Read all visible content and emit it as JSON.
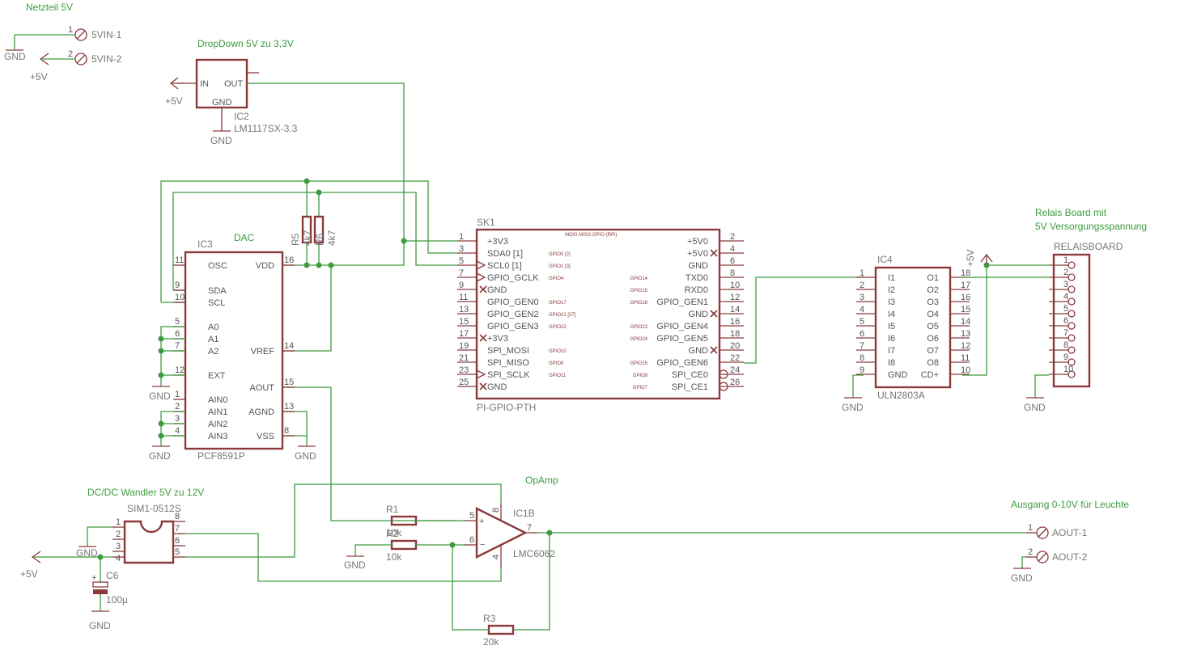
{
  "title_power": "Netzteil 5V",
  "title_dropdown": "DropDown 5V zu 3,3V",
  "title_dac": "DAC",
  "title_relais_1": "Relais Board mit",
  "title_relais_2": "5V Versorgungsspannung",
  "title_dcdc": "DC/DC Wandler 5V zu 12V",
  "title_opamp": "OpAmp",
  "title_output": "Ausgang 0-10V für Leuchte",
  "supply": {
    "gnd": "GND",
    "plus5": "+5V"
  },
  "power_connector": {
    "pins": [
      "1",
      "2"
    ],
    "labels": [
      "5VIN-1",
      "5VIN-2"
    ]
  },
  "ic2": {
    "name": "IC2",
    "value": "LM1117SX-3.3",
    "pin_in": "IN",
    "pin_out": "OUT",
    "pin_gnd": "GND"
  },
  "ic3": {
    "name": "IC3",
    "value": "PCF8591P",
    "left_pins": [
      {
        "num": "11",
        "label": "OSC"
      },
      {
        "num": "9",
        "label": "SDA"
      },
      {
        "num": "10",
        "label": "SCL"
      },
      {
        "num": "5",
        "label": "A0"
      },
      {
        "num": "6",
        "label": "A1"
      },
      {
        "num": "7",
        "label": "A2"
      },
      {
        "num": "12",
        "label": "EXT"
      },
      {
        "num": "1",
        "label": "AIN0"
      },
      {
        "num": "2",
        "label": "AIN1"
      },
      {
        "num": "3",
        "label": "AIN2"
      },
      {
        "num": "4",
        "label": "AIN3"
      }
    ],
    "right_pins": [
      {
        "num": "16",
        "label": "VDD"
      },
      {
        "num": "14",
        "label": "VREF"
      },
      {
        "num": "15",
        "label": "AOUT"
      },
      {
        "num": "13",
        "label": "AGND"
      },
      {
        "num": "8",
        "label": "VSS"
      }
    ]
  },
  "r5": {
    "name": "R5",
    "value": "4k7"
  },
  "r6": {
    "name": "R6",
    "value": "4k7"
  },
  "sk1": {
    "name": "SK1",
    "value": "PI-GPIO-PTH",
    "header": "MOSI MISO GPIO (RPi)",
    "left_pins": [
      {
        "num": "1",
        "label": "+3V3",
        "gpio": ""
      },
      {
        "num": "3",
        "label": "SDA0 [1]",
        "gpio": "GPIO0 [2]"
      },
      {
        "num": "5",
        "label": "SCL0 [1]",
        "gpio": "GPIO1 [3]"
      },
      {
        "num": "7",
        "label": "GPIO_GCLK",
        "gpio": "GPIO4"
      },
      {
        "num": "9",
        "label": "GND",
        "gpio": ""
      },
      {
        "num": "11",
        "label": "GPIO_GEN0",
        "gpio": "GPIO17"
      },
      {
        "num": "13",
        "label": "GPIO_GEN2",
        "gpio": "GPIO21 [27]"
      },
      {
        "num": "15",
        "label": "GPIO_GEN3",
        "gpio": "GPIO22"
      },
      {
        "num": "17",
        "label": "+3V3",
        "gpio": ""
      },
      {
        "num": "19",
        "label": "SPI_MOSI",
        "gpio": "GPIO10"
      },
      {
        "num": "21",
        "label": "SPI_MISO",
        "gpio": "GPIO9"
      },
      {
        "num": "23",
        "label": "SPI_SCLK",
        "gpio": "GPIO11"
      },
      {
        "num": "25",
        "label": "GND",
        "gpio": ""
      }
    ],
    "right_pins": [
      {
        "num": "2",
        "label": "+5V0",
        "gpio": ""
      },
      {
        "num": "4",
        "label": "+5V0",
        "gpio": ""
      },
      {
        "num": "6",
        "label": "GND",
        "gpio": ""
      },
      {
        "num": "8",
        "label": "TXD0",
        "gpio": "GPIO14"
      },
      {
        "num": "10",
        "label": "RXD0",
        "gpio": "GPIO15"
      },
      {
        "num": "12",
        "label": "GPIO_GEN1",
        "gpio": "GPIO18"
      },
      {
        "num": "14",
        "label": "GND",
        "gpio": ""
      },
      {
        "num": "16",
        "label": "GPIO_GEN4",
        "gpio": "GPIO23"
      },
      {
        "num": "18",
        "label": "GPIO_GEN5",
        "gpio": "GPIO24"
      },
      {
        "num": "20",
        "label": "GND",
        "gpio": ""
      },
      {
        "num": "22",
        "label": "GPIO_GEN6",
        "gpio": "GPIO25"
      },
      {
        "num": "24",
        "label": "SPI_CE0",
        "gpio": "GPIO8"
      },
      {
        "num": "26",
        "label": "SPI_CE1",
        "gpio": "GPIO7"
      }
    ]
  },
  "ic4": {
    "name": "IC4",
    "value": "ULN2803A",
    "left_pins": [
      {
        "num": "1",
        "label": "I1"
      },
      {
        "num": "2",
        "label": "I2"
      },
      {
        "num": "3",
        "label": "I3"
      },
      {
        "num": "4",
        "label": "I4"
      },
      {
        "num": "5",
        "label": "I5"
      },
      {
        "num": "6",
        "label": "I6"
      },
      {
        "num": "7",
        "label": "I7"
      },
      {
        "num": "8",
        "label": "I8"
      },
      {
        "num": "9",
        "label": "GND"
      }
    ],
    "right_pins": [
      {
        "num": "18",
        "label": "O1"
      },
      {
        "num": "17",
        "label": "O2"
      },
      {
        "num": "16",
        "label": "O3"
      },
      {
        "num": "15",
        "label": "O4"
      },
      {
        "num": "14",
        "label": "O5"
      },
      {
        "num": "13",
        "label": "O6"
      },
      {
        "num": "12",
        "label": "O7"
      },
      {
        "num": "11",
        "label": "O8"
      },
      {
        "num": "10",
        "label": "CD+"
      }
    ]
  },
  "relaisboard": {
    "name": "RELAISBOARD",
    "pins": [
      "1",
      "2",
      "3",
      "4",
      "5",
      "6",
      "7",
      "8",
      "9",
      "10"
    ]
  },
  "sim1": {
    "name": "SIM1-0512S",
    "left_pins": [
      "1",
      "2",
      "3",
      "4"
    ],
    "right_pins": [
      "8",
      "7",
      "6",
      "5"
    ]
  },
  "c6": {
    "name": "C6",
    "value": "100µ"
  },
  "ic1b": {
    "name": "IC1B",
    "value": "LMC6062",
    "pin_plus": "5",
    "pin_minus": "6",
    "pin_out": "7",
    "pin_supply": "8",
    "pin_gnd": "4"
  },
  "r1": {
    "name": "R1",
    "value": "10k"
  },
  "r2": {
    "name": "R2",
    "value": "10k"
  },
  "r3": {
    "name": "R3",
    "value": "20k"
  },
  "output_connector": {
    "pins": [
      "1",
      "2"
    ],
    "labels": [
      "AOUT-1",
      "AOUT-2"
    ]
  },
  "colors": {
    "wire": "#3e9b3e",
    "part": "#8b3a3a",
    "label": "#777777",
    "title": "#3e9b3e"
  }
}
